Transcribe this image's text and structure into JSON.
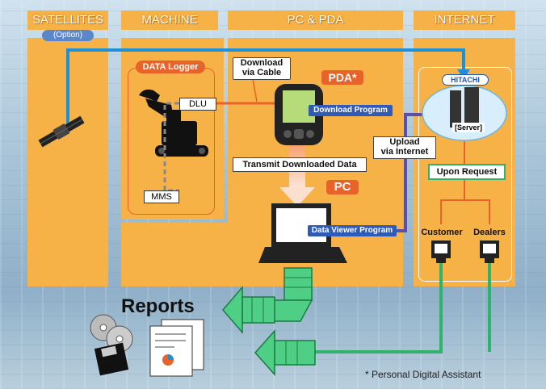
{
  "headers": {
    "satellites": "SATELLITES",
    "machine": "MACHINE",
    "pc_pda": "PC & PDA",
    "internet": "INTERNET"
  },
  "option": "(Option)",
  "data_logger": "DATA Logger",
  "dlu": "DLU",
  "mms": "MMS",
  "download_cable_1": "Download",
  "download_cable_2": "via Cable",
  "pda_label": "PDA*",
  "download_program": "Download Program",
  "hitachi": "HITACHI",
  "server": "[Server]",
  "upload_1": "Upload",
  "upload_2": "via Internet",
  "transmit": "Transmit Downloaded Data",
  "upon_request": "Upon Request",
  "pc_label": "PC",
  "data_viewer": "Data Viewer Program",
  "customer": "Customer",
  "dealers": "Dealers",
  "reports": "Reports",
  "footnote": "* Personal Digital Assistant",
  "colors": {
    "panel": "#f6b246",
    "accent_red": "#e8632a",
    "blue": "#1f8fd6",
    "purple": "#5d4fa8",
    "green": "#2fb36b"
  }
}
